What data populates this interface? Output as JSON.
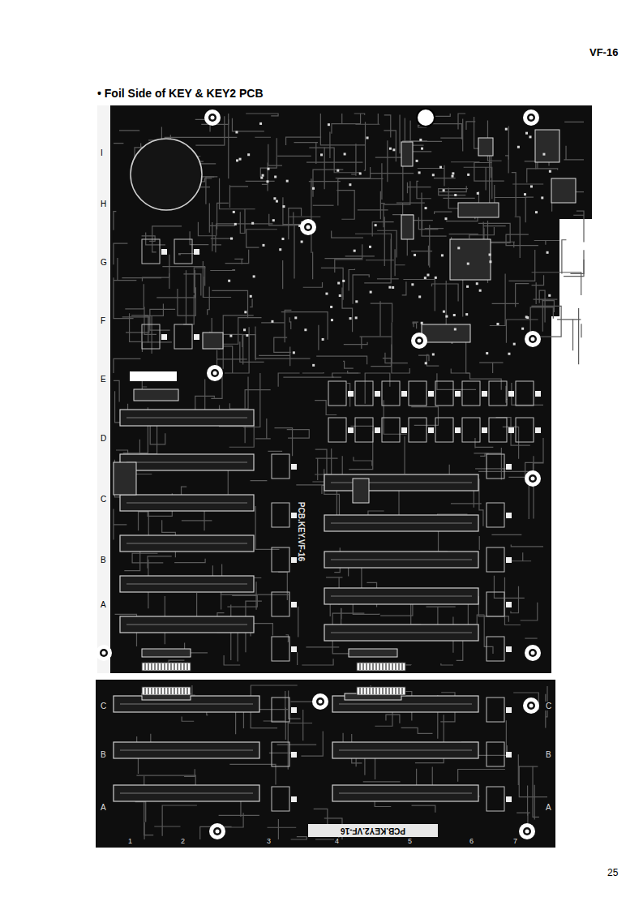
{
  "diagram": {
    "title": "• Foil Side of KEY & KEY2 PCB",
    "labels": [
      "VF-16",
      "I",
      "H",
      "G",
      "F",
      "E",
      "D",
      "C",
      "B",
      "A",
      "C",
      "B",
      "A",
      "C",
      "B",
      "A",
      "1",
      "2",
      "3",
      "4",
      "5",
      "6",
      "7",
      "PCB.KEY.VF-16",
      "PCB.KEY2.VF-16",
      "25"
    ]
  }
}
